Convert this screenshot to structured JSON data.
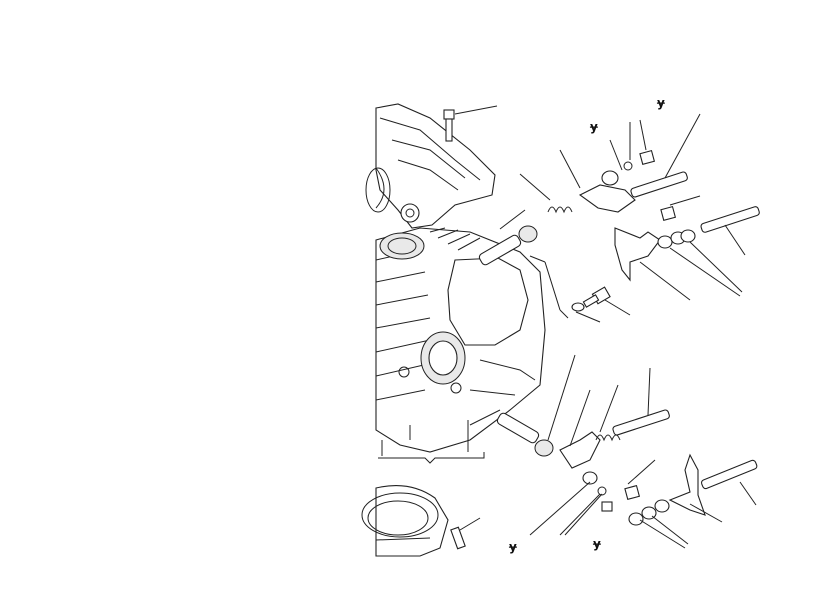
{
  "diagram": {
    "callout_marks": [
      {
        "id": "mark-1",
        "symbol": "ɏ"
      },
      {
        "id": "mark-2",
        "symbol": "ɏ"
      },
      {
        "id": "mark-3",
        "symbol": "ɏ"
      },
      {
        "id": "mark-4",
        "symbol": "ɏ"
      }
    ]
  }
}
